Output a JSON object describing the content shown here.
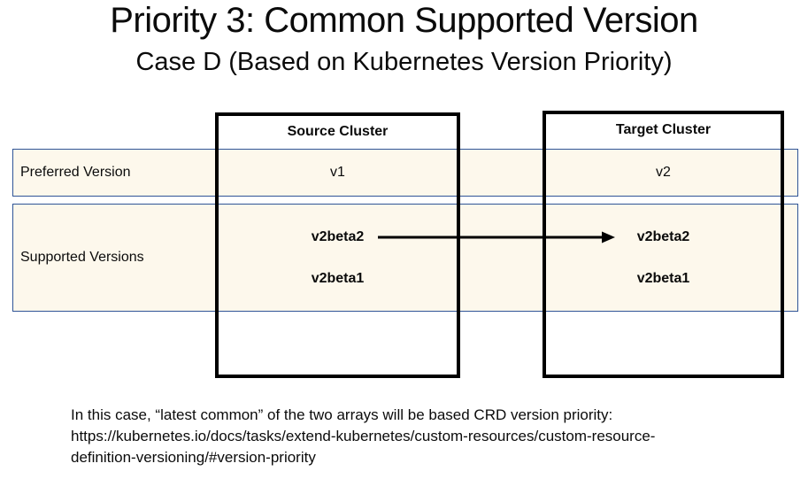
{
  "slide": {
    "title": "Priority 3: Common Supported Version",
    "subtitle": "Case D (Based on Kubernetes Version Priority)"
  },
  "diagram": {
    "row_labels": {
      "preferred": "Preferred Version",
      "supported": "Supported Versions"
    },
    "source_cluster": {
      "header": "Source Cluster",
      "preferred_version": "v1",
      "supported_versions": [
        "v2beta2",
        "v2beta1"
      ]
    },
    "target_cluster": {
      "header": "Target Cluster",
      "preferred_version": "v2",
      "supported_versions": [
        "v2beta2",
        "v2beta1"
      ]
    }
  },
  "footnote": {
    "line1": "In this case, “latest common” of the two arrays will be based CRD version priority:",
    "line2": "https://kubernetes.io/docs/tasks/extend-kubernetes/custom-resources/custom-resource-",
    "line3": "definition-versioning/#version-priority"
  },
  "colors": {
    "band_fill": "#FDF8EC",
    "band_border": "#2F5496",
    "box_border": "#000000",
    "arrow": "#000000"
  }
}
